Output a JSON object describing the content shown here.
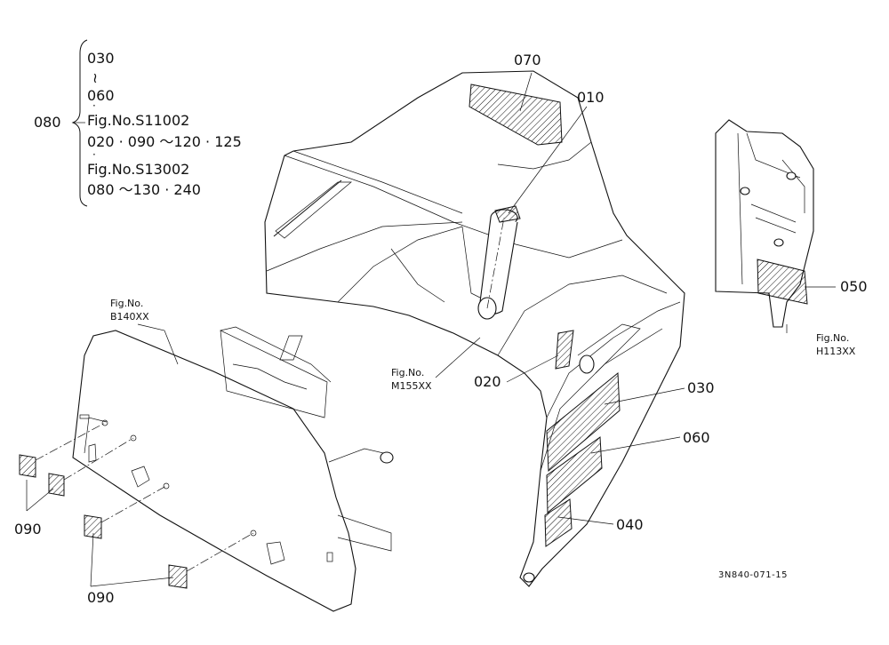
{
  "callouts": {
    "c070": "070",
    "c010": "010",
    "c050": "050",
    "c030": "030",
    "c060": "060",
    "c040": "040",
    "c020": "020",
    "c090a": "090",
    "c090b": "090",
    "c080": "080"
  },
  "note_080": {
    "l1": "030",
    "l2": "≀",
    "l3": "060",
    "l4": "·",
    "l5": "Fig.No.S11002",
    "l6": "020 · 090 ～120 · 125",
    "l7": "·",
    "l8": "Fig.No.S13002",
    "l9": "080 ～130 · 240"
  },
  "fig_refs": {
    "b140_a": "Fig.No.",
    "b140_b": "B140XX",
    "m155_a": "Fig.No.",
    "m155_b": "M155XX",
    "h113_a": "Fig.No.",
    "h113_b": "H113XX"
  },
  "drawing_code": "3N840-071-15"
}
